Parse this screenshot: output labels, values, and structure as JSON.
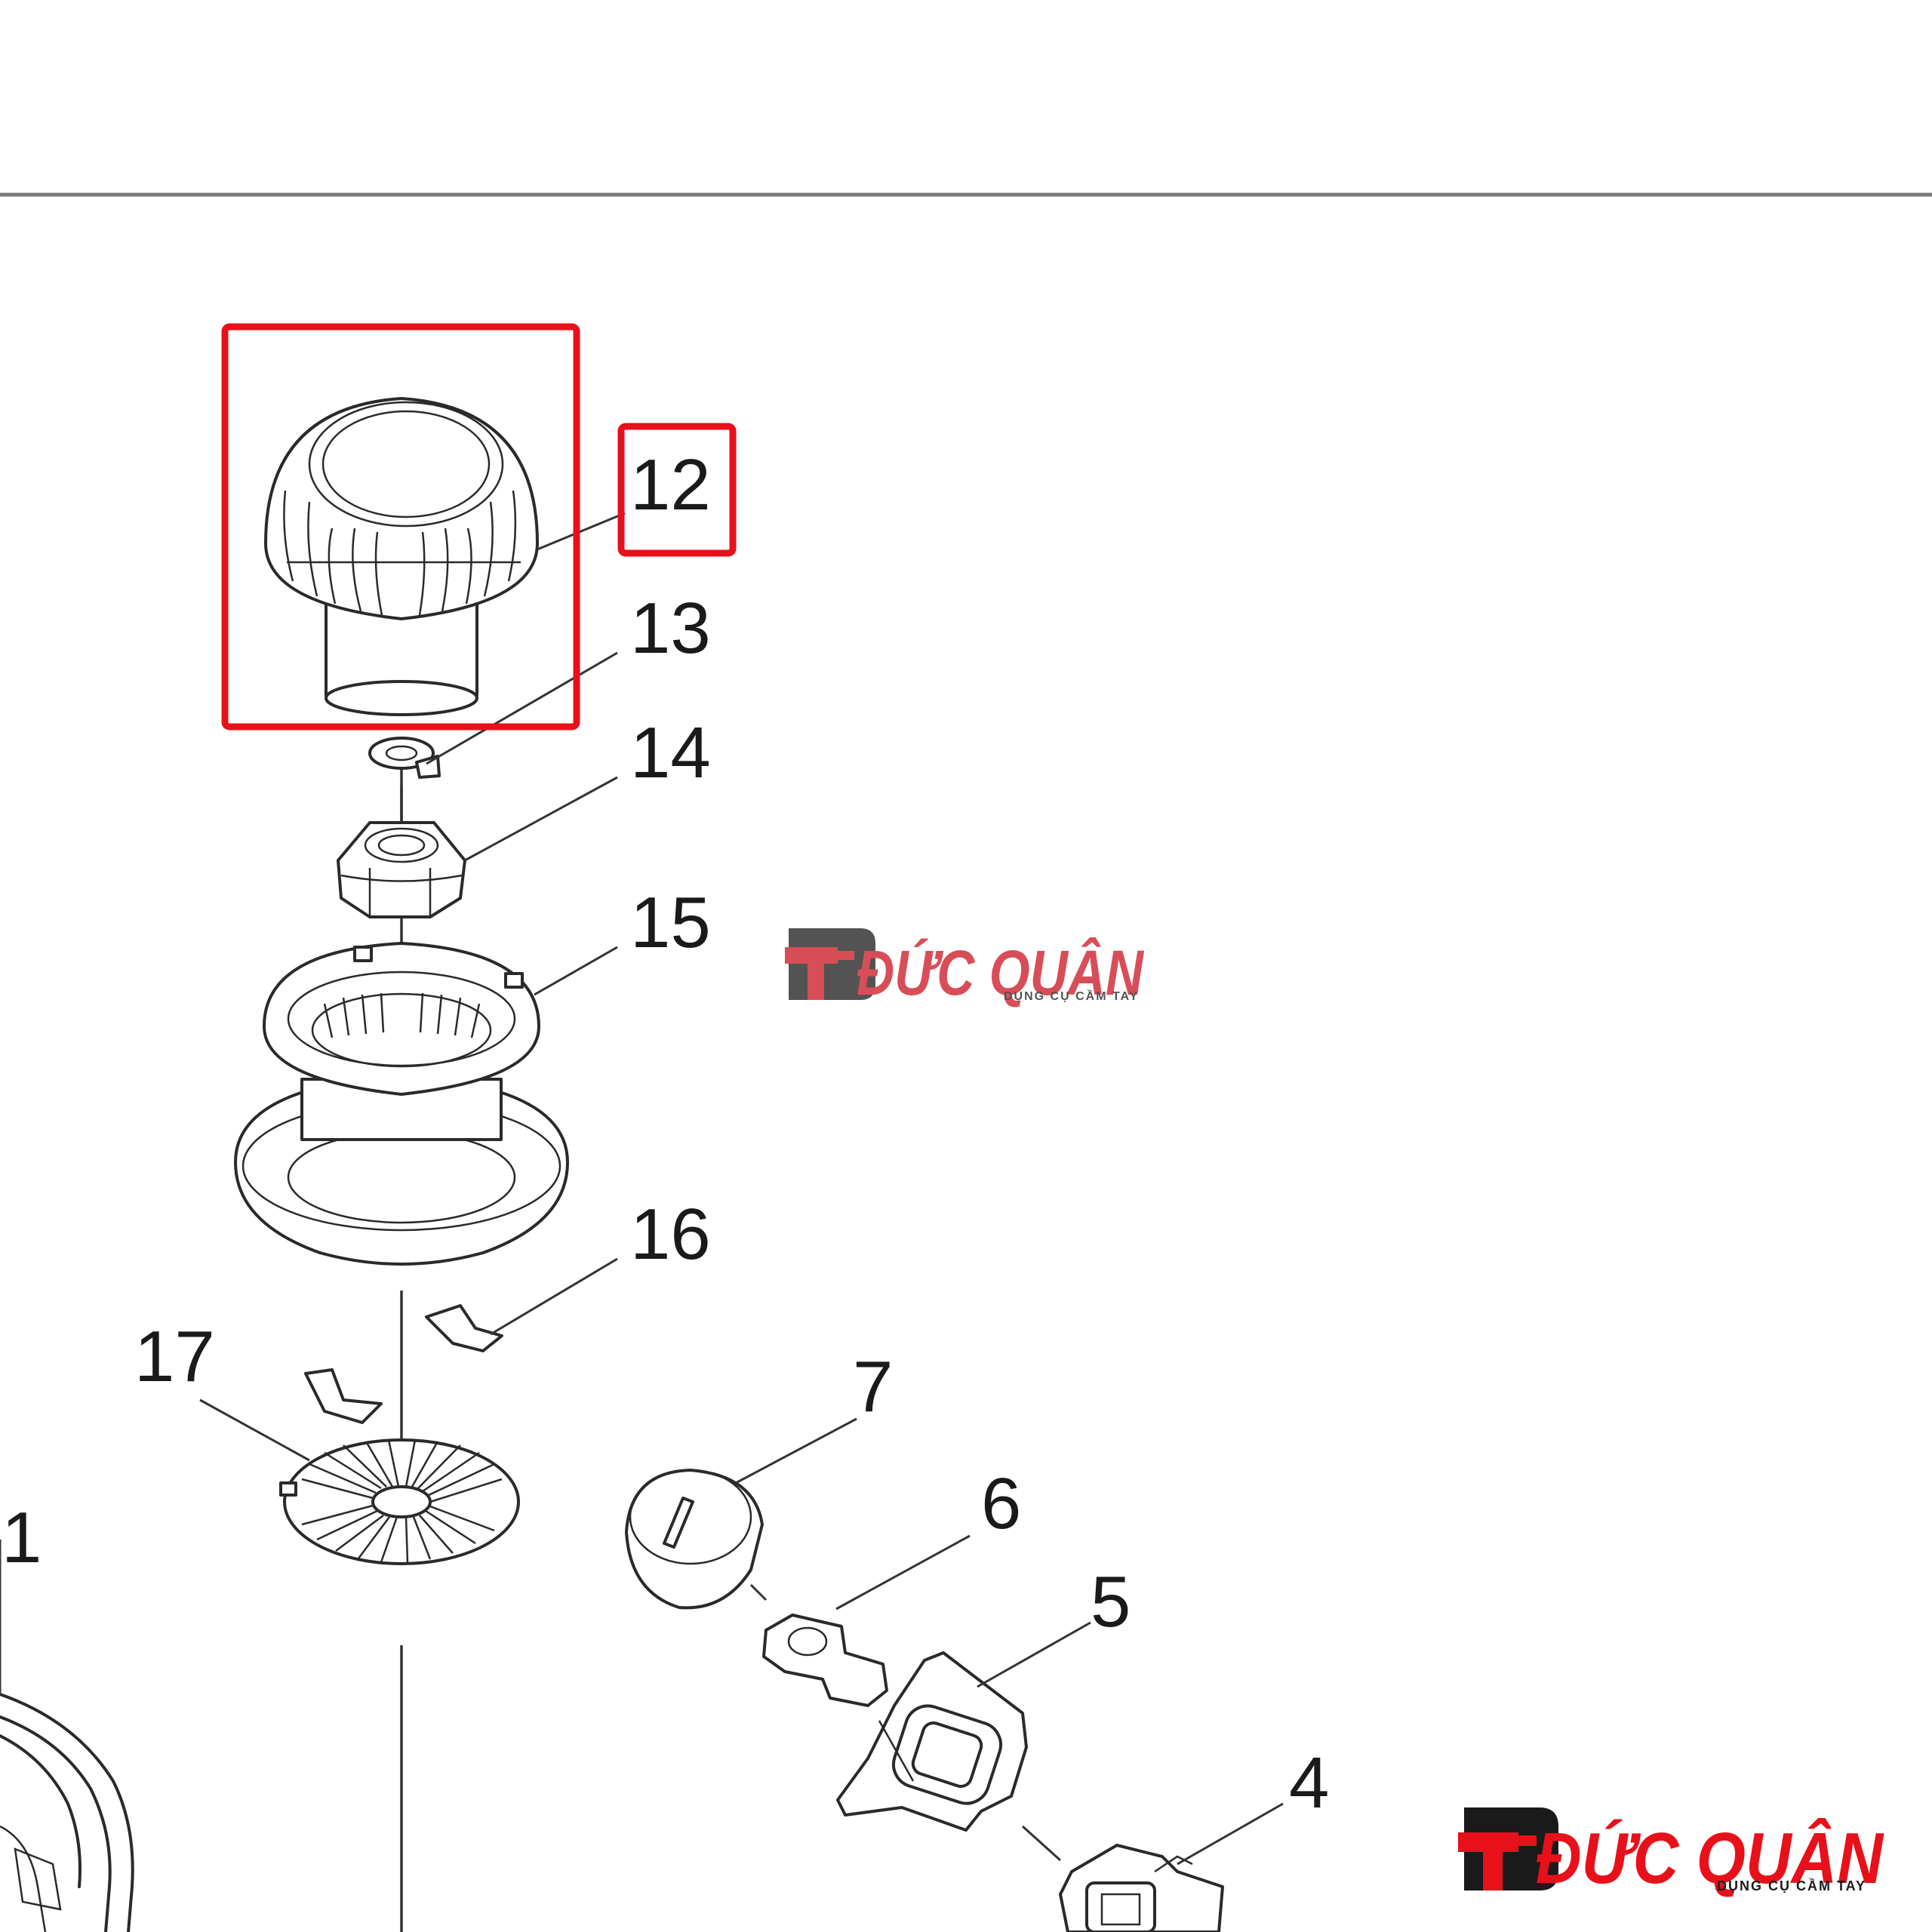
{
  "callouts": {
    "c12": "12",
    "c13": "13",
    "c14": "14",
    "c15": "15",
    "c16": "16",
    "c17": "17",
    "c7": "7",
    "c6": "6",
    "c5": "5",
    "c4": "4",
    "c1": "1"
  },
  "watermark": {
    "brand": "ĐỨC QUÂN",
    "tagline": "DỤNG CỤ CẦM TAY"
  },
  "colors": {
    "highlight": "#e8101a",
    "brand": "#d64550",
    "line": "#2a2a2a"
  },
  "highlighted_part": "12"
}
